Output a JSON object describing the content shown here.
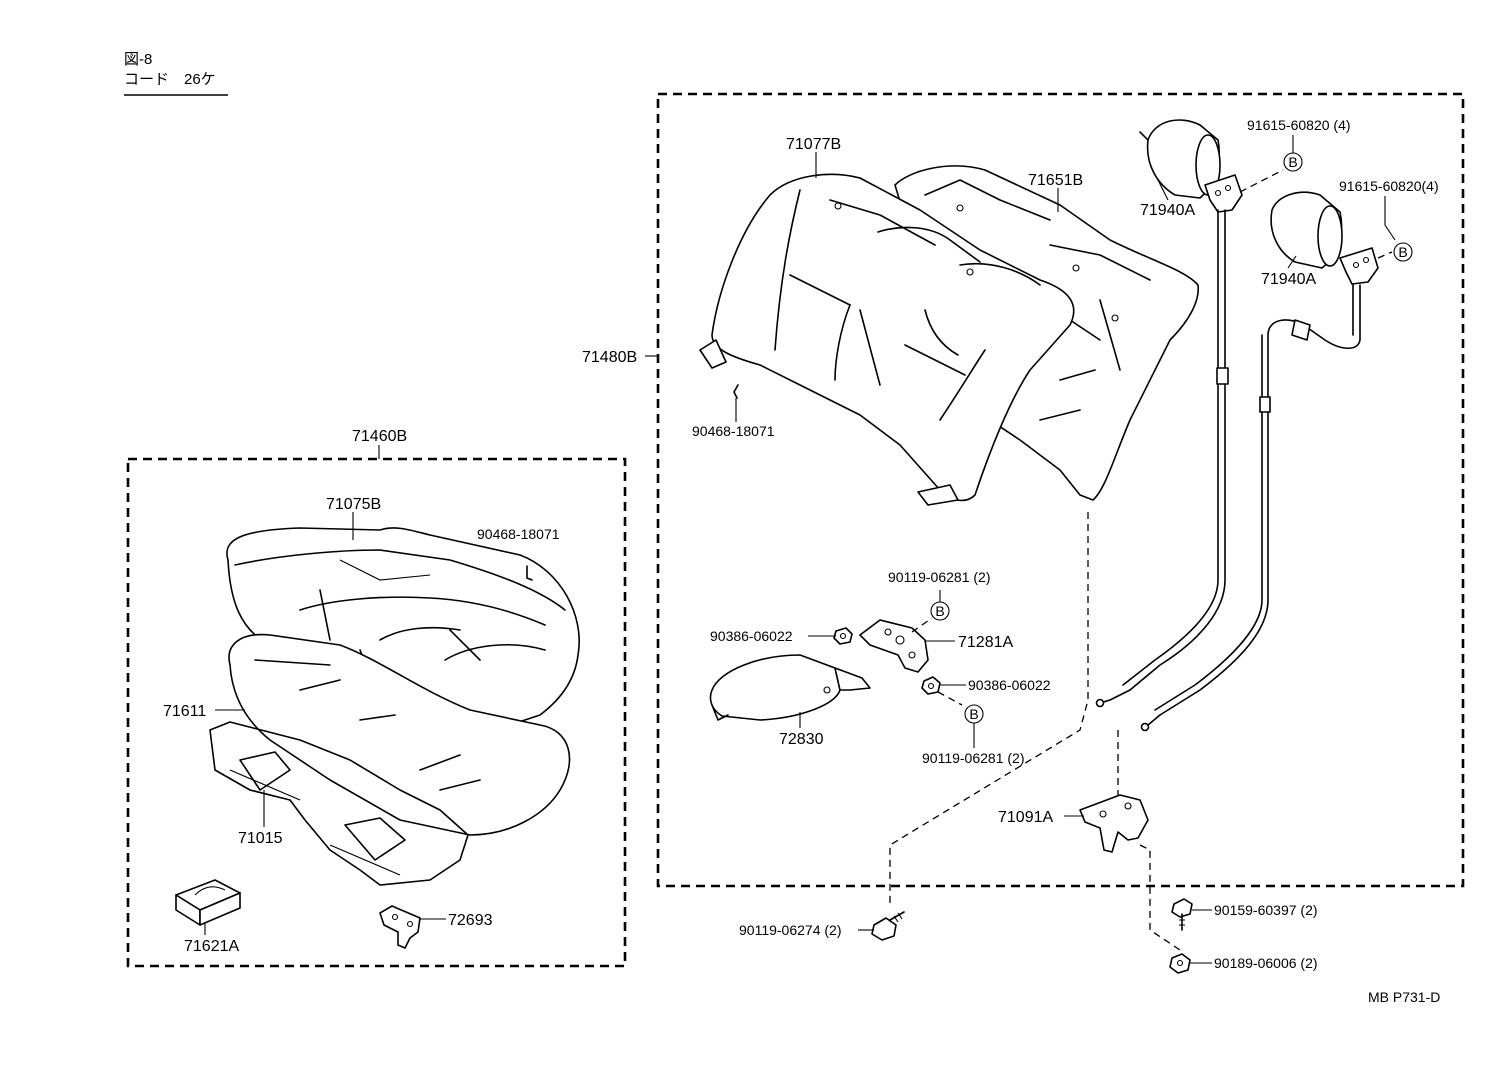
{
  "header": {
    "figure": "図-8",
    "code": "コード　26ケ"
  },
  "footer_code": "MB P731-D",
  "marker": "B",
  "parts": {
    "p71460B": "71460B",
    "p71075B": "71075B",
    "p90468_seat": "90468-18071",
    "p71611": "71611",
    "p71015": "71015",
    "p71621A": "71621A",
    "p72693": "72693",
    "p71480B": "71480B",
    "p71077B": "71077B",
    "p71651B": "71651B",
    "p90468_back": "90468-18071",
    "p71940A_1": "71940A",
    "p71940A_2": "71940A",
    "p91615_1": "91615-60820 (4)",
    "p91615_2": "91615-60820(4)",
    "p90119_06281_top": "90119-06281 (2)",
    "p90386_left": "90386-06022",
    "p71281A": "71281A",
    "p90386_right": "90386-06022",
    "p72830": "72830",
    "p90119_06281_bot": "90119-06281 (2)",
    "p71091A": "71091A",
    "p90119_06274": "90119-06274 (2)",
    "p90159_60397": "90159-60397 (2)",
    "p90189_06006": "90189-06006 (2)"
  }
}
